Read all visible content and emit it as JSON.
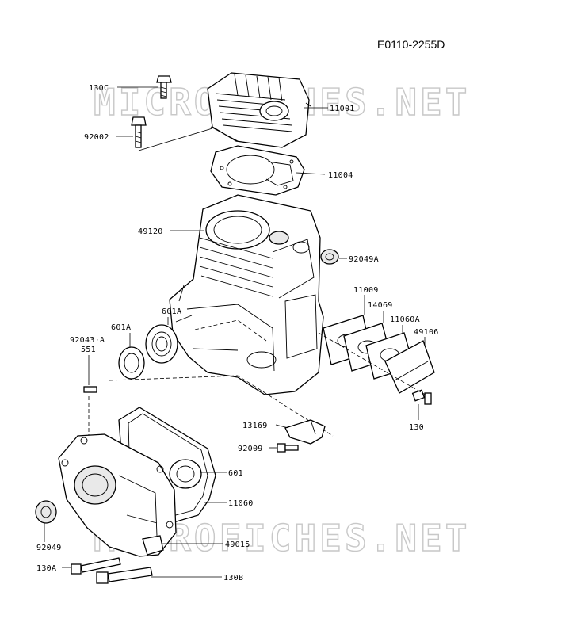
{
  "drawing_code": "E0110-2255D",
  "watermark_text": "MICROFICHES.NET",
  "parts": [
    {
      "id": "130c",
      "label": "130C"
    },
    {
      "id": "11001",
      "label": "11001"
    },
    {
      "id": "92002",
      "label": "92002"
    },
    {
      "id": "11004",
      "label": "11004"
    },
    {
      "id": "49120",
      "label": "49120"
    },
    {
      "id": "92049a",
      "label": "92049A"
    },
    {
      "id": "11009",
      "label": "11009"
    },
    {
      "id": "14069",
      "label": "14069"
    },
    {
      "id": "11060a",
      "label": "11060A"
    },
    {
      "id": "49106",
      "label": "49106"
    },
    {
      "id": "130",
      "label": "130"
    },
    {
      "id": "601a-upper",
      "label": "601A"
    },
    {
      "id": "601a-lower",
      "label": "601A"
    },
    {
      "id": "92043a",
      "label": "92043·A"
    },
    {
      "id": "551",
      "label": "551"
    },
    {
      "id": "13169",
      "label": "13169"
    },
    {
      "id": "92009",
      "label": "92009"
    },
    {
      "id": "601",
      "label": "601"
    },
    {
      "id": "11060",
      "label": "11060"
    },
    {
      "id": "92049",
      "label": "92049"
    },
    {
      "id": "49015",
      "label": "49015"
    },
    {
      "id": "130a",
      "label": "130A"
    },
    {
      "id": "130b",
      "label": "130B"
    }
  ]
}
